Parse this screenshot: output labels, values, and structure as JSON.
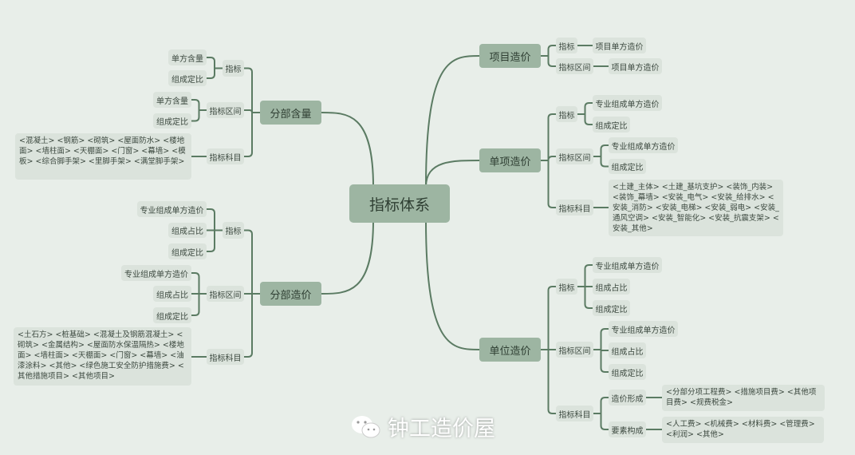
{
  "root": "指标体系",
  "left": [
    {
      "label": "分部含量",
      "children": [
        {
          "label": "指标",
          "children": [
            "单方含量",
            "组成定比"
          ]
        },
        {
          "label": "指标区间",
          "children": [
            "单方含量",
            "组成定比"
          ]
        },
        {
          "label": "指标科目",
          "text": "<混凝土>  <钢筋>  <砌筑>  <屋面防水>  <楼地面>  <墙柱面>  <天棚面>  <门窗>  <幕墙>  <模板>  <综合脚手架>  <里脚手架>  <满堂脚手架>"
        }
      ]
    },
    {
      "label": "分部造价",
      "children": [
        {
          "label": "指标",
          "children": [
            "专业组成单方造价",
            "组成占比",
            "组成定比"
          ]
        },
        {
          "label": "指标区间",
          "children": [
            "专业组成单方造价",
            "组成占比",
            "组成定比"
          ]
        },
        {
          "label": "指标科目",
          "text": "<土石方> <桩基础> <混凝土及钢筋混凝土> <砌筑> <金属结构> <屋面防水保温隔热> <楼地面> <墙柱面> <天棚面> <门窗> <幕墙> <油漆涂料> <其他> <绿色施工安全防护措施费> <其他措施项目> <其他项目>"
        }
      ]
    }
  ],
  "right": [
    {
      "label": "项目造价",
      "children": [
        {
          "label": "指标",
          "children": [
            "项目单方造价"
          ]
        },
        {
          "label": "指标区间",
          "children": [
            "项目单方造价"
          ]
        }
      ]
    },
    {
      "label": "单项造价",
      "children": [
        {
          "label": "指标",
          "children": [
            "专业组成单方造价",
            "组成定比"
          ]
        },
        {
          "label": "指标区间",
          "children": [
            "专业组成单方造价",
            "组成定比"
          ]
        },
        {
          "label": "指标科目",
          "text": "<土建_主体> <土建_基坑支护> <装饰_内装> <装饰_幕墙> <安装_电气> <安装_给排水> <安装_消防> <安装_电梯> <安装_弱电> <安装_通风空调> <安装_智能化> <安装_抗震支架> <安装_其他>"
        }
      ]
    },
    {
      "label": "单位造价",
      "children": [
        {
          "label": "指标",
          "children": [
            "专业组成单方造价",
            "组成占比",
            "组成定比"
          ]
        },
        {
          "label": "指标区间",
          "children": [
            "专业组成单方造价",
            "组成占比",
            "组成定比"
          ]
        },
        {
          "label": "指标科目",
          "children": [
            {
              "label": "造价形成",
              "text": "<分部分项工程费> <措施项目费> <其他项目费> <规费税金>"
            },
            {
              "label": "要素构成",
              "text": "<人工费> <机械费> <材料费> <管理费> <利润> <其他>"
            }
          ]
        }
      ]
    }
  ],
  "watermark": "钟工造价屋",
  "colors": {
    "background": "#e8eee9",
    "main_node": "#9db5a2",
    "sub_node": "#dbe3dc",
    "line": "#5b7b63"
  }
}
